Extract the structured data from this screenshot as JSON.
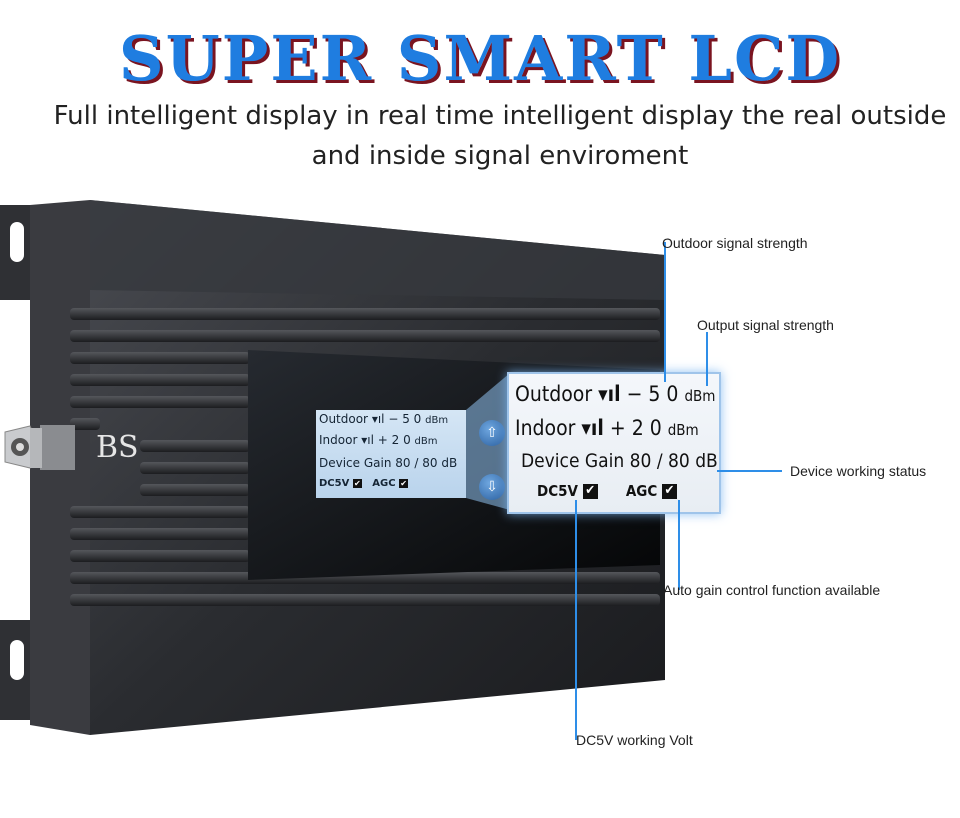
{
  "header": {
    "title": "SUPER SMART LCD",
    "subtitle": "Full intelligent display in real time intelligent display the real outside and inside signal enviroment"
  },
  "device": {
    "brand": "BS",
    "lcd": {
      "outdoor_label": "Outdoor",
      "outdoor_value": "− 5 0",
      "outdoor_unit": "dBm",
      "indoor_label": "Indoor",
      "indoor_value": "+ 2 0",
      "indoor_unit": "dBm",
      "device_label": "Device",
      "gain_label": "Gain",
      "gain_value": "80 / 80",
      "gain_unit": "dB",
      "dc_label": "DC5V",
      "agc_label": "AGC",
      "check_glyph": "✔"
    },
    "buttons": {
      "up_icon": "up-arrow-icon",
      "down_icon": "down-arrow-icon"
    }
  },
  "callouts": {
    "outdoor": "Outdoor signal strength",
    "output": "Output signal strength",
    "device": "Device working status",
    "agc": "Auto gain control  function available",
    "dc": "DC5V working Volt"
  },
  "colors": {
    "title": "#1f7de0",
    "title_shadow": "#7a1420",
    "callout_line": "#2e8ee8",
    "device_body": "#2b2d31"
  }
}
